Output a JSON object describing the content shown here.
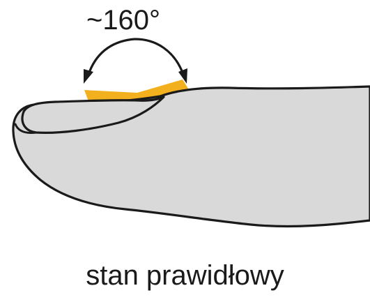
{
  "diagram": {
    "angle_label": "~160°",
    "caption": "stan prawidłowy",
    "colors": {
      "finger_fill": "#d9d9da",
      "outline": "#1a1a1a",
      "nail_highlight": "#f2b01e",
      "background": "#ffffff"
    },
    "icons": {
      "angle_arrow": "double-headed-curved-arrow",
      "finger": "finger-side-view"
    }
  }
}
